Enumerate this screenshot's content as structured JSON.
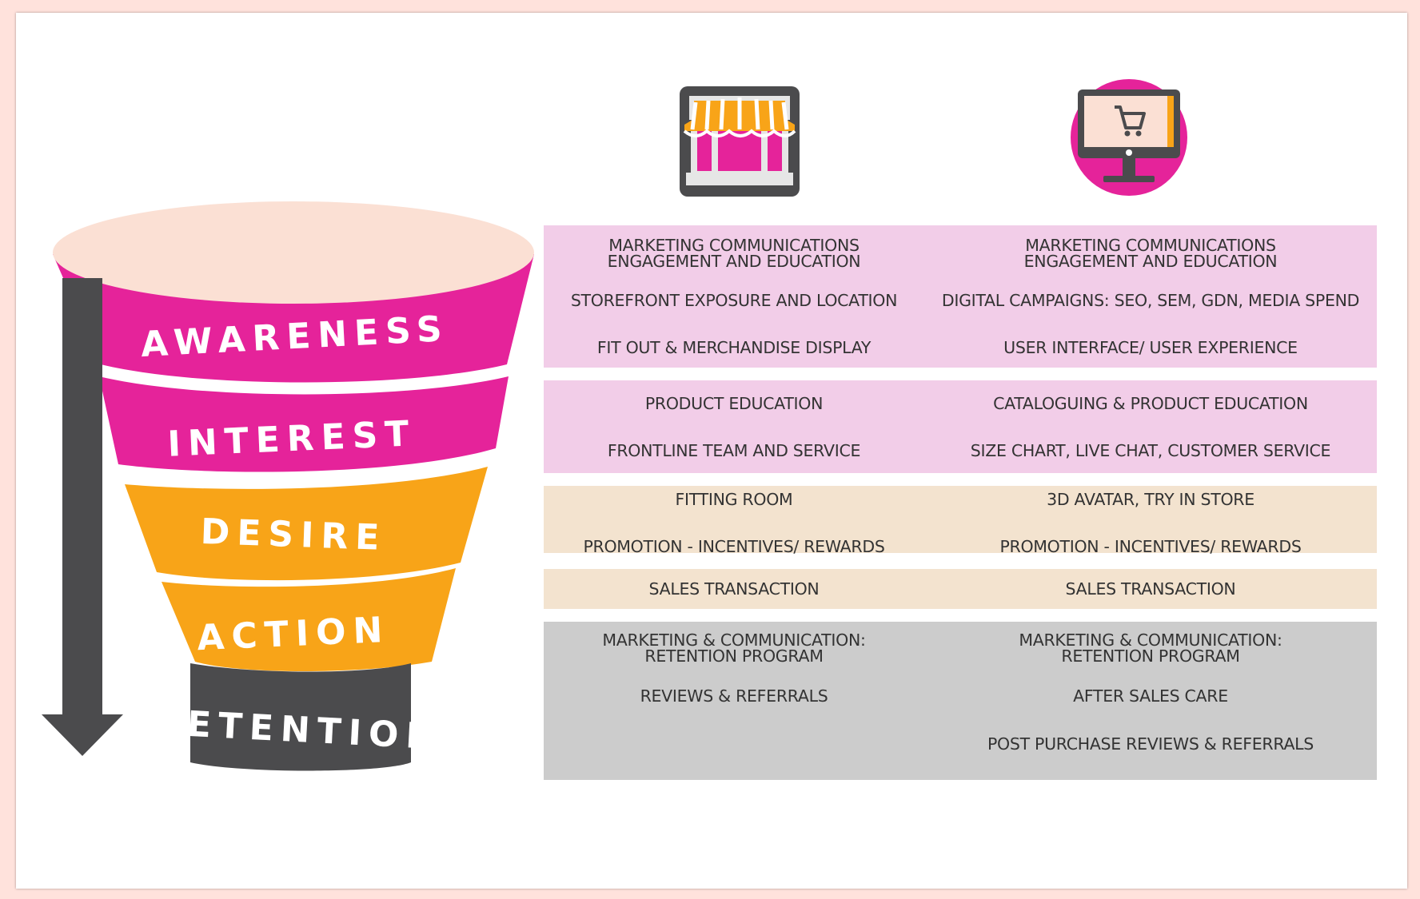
{
  "icons": {
    "store": "storefront-icon",
    "online": "computer-cart-icon"
  },
  "colors": {
    "magenta": "#e5239a",
    "orange": "#f8a418",
    "dark": "#4b4b4d",
    "pink_band": "#f2cde8",
    "tan_band": "#f3e3cf",
    "gray_band": "#cccccc",
    "funnel_top": "#fbe0d4"
  },
  "funnel": {
    "stages": [
      {
        "label": "AWARENESS",
        "color": "#e5239a"
      },
      {
        "label": "INTEREST",
        "color": "#e5239a"
      },
      {
        "label": "DESIRE",
        "color": "#f8a418"
      },
      {
        "label": "ACTION",
        "color": "#f8a418"
      },
      {
        "label": "RETENTION",
        "color": "#4b4b4d"
      }
    ]
  },
  "table": {
    "bands": [
      {
        "color": "#f2cde8",
        "rows": [
          {
            "store": "MARKETING COMMUNICATIONS\nENGAGEMENT AND EDUCATION",
            "online": "MARKETING COMMUNICATIONS\nENGAGEMENT AND EDUCATION"
          },
          {
            "store": "STOREFRONT EXPOSURE AND LOCATION",
            "online": "DIGITAL CAMPAIGNS: SEO, SEM, GDN, MEDIA SPEND"
          },
          {
            "store": "FIT OUT & MERCHANDISE DISPLAY",
            "online": "USER INTERFACE/ USER EXPERIENCE"
          }
        ]
      },
      {
        "color": "#f2cde8",
        "rows": [
          {
            "store": "PRODUCT EDUCATION",
            "online": "CATALOGUING & PRODUCT EDUCATION"
          },
          {
            "store": "FRONTLINE TEAM AND SERVICE",
            "online": "SIZE CHART, LIVE CHAT, CUSTOMER SERVICE"
          }
        ]
      },
      {
        "color": "#f3e3cf",
        "rows": [
          {
            "store": "FITTING ROOM",
            "online": "3D AVATAR, TRY IN STORE"
          },
          {
            "store": "PROMOTION - INCENTIVES/ REWARDS",
            "online": "PROMOTION - INCENTIVES/ REWARDS"
          }
        ]
      },
      {
        "color": "#f3e3cf",
        "rows": [
          {
            "store": "SALES TRANSACTION",
            "online": "SALES TRANSACTION"
          }
        ]
      },
      {
        "color": "#cccccc",
        "rows": [
          {
            "store": "MARKETING & COMMUNICATION:\nRETENTION PROGRAM",
            "online": "MARKETING & COMMUNICATION:\nRETENTION PROGRAM"
          },
          {
            "store": "REVIEWS & REFERRALS",
            "online": "AFTER SALES CARE"
          },
          {
            "store": "",
            "online": "POST PURCHASE REVIEWS & REFERRALS"
          }
        ]
      }
    ]
  }
}
